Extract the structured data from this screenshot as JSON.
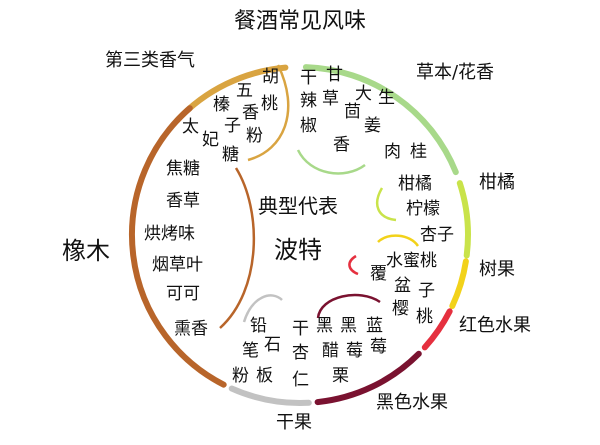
{
  "title": "餐酒常见风味",
  "colors": {
    "herbal": "#a8d98a",
    "citrus": "#c9e34a",
    "tree_fruit": "#f2d21a",
    "red_fruit": "#e5303f",
    "black_fruit": "#7a1230",
    "dried_fruit": "#c2c2c2",
    "oak": "#b8652a",
    "tertiary": "#d9a441"
  },
  "categories": {
    "tertiary": "第三类香气",
    "herbal": "草本/花香",
    "citrus": "柑橘",
    "tree_fruit": "树果",
    "red_fruit": "红色水果",
    "black_fruit": "黑色水果",
    "dried_fruit": "干果",
    "oak": "橡木"
  },
  "center": {
    "line1": "典型代表",
    "line2": "波特"
  },
  "flavors": {
    "tertiary": [
      "榛",
      "子",
      "五",
      "香",
      "胡",
      "桃",
      "粉"
    ],
    "herbal": [
      "干",
      "辣",
      "椒",
      "甘",
      "草",
      "茴",
      "香",
      "大",
      "生",
      "姜",
      "肉",
      "桂"
    ],
    "citrus": [
      "柑橘",
      "柠檬"
    ],
    "tree_fruit": [
      "杏子",
      "水蜜桃"
    ],
    "red_fruit": [
      "覆",
      "盆",
      "子",
      "樱",
      "桃"
    ],
    "black_fruit": [
      "干",
      "杏",
      "仁",
      "黑",
      "醋",
      "栗",
      "黑",
      "莓",
      "蓝",
      "莓"
    ],
    "dried_fruit": [
      "铅",
      "笔",
      "石",
      "粉",
      "板"
    ],
    "oak": [
      "太",
      "妃",
      "糖",
      "焦糖",
      "香草",
      "烘烤味",
      "烟草叶",
      "可可",
      "熏香"
    ]
  }
}
